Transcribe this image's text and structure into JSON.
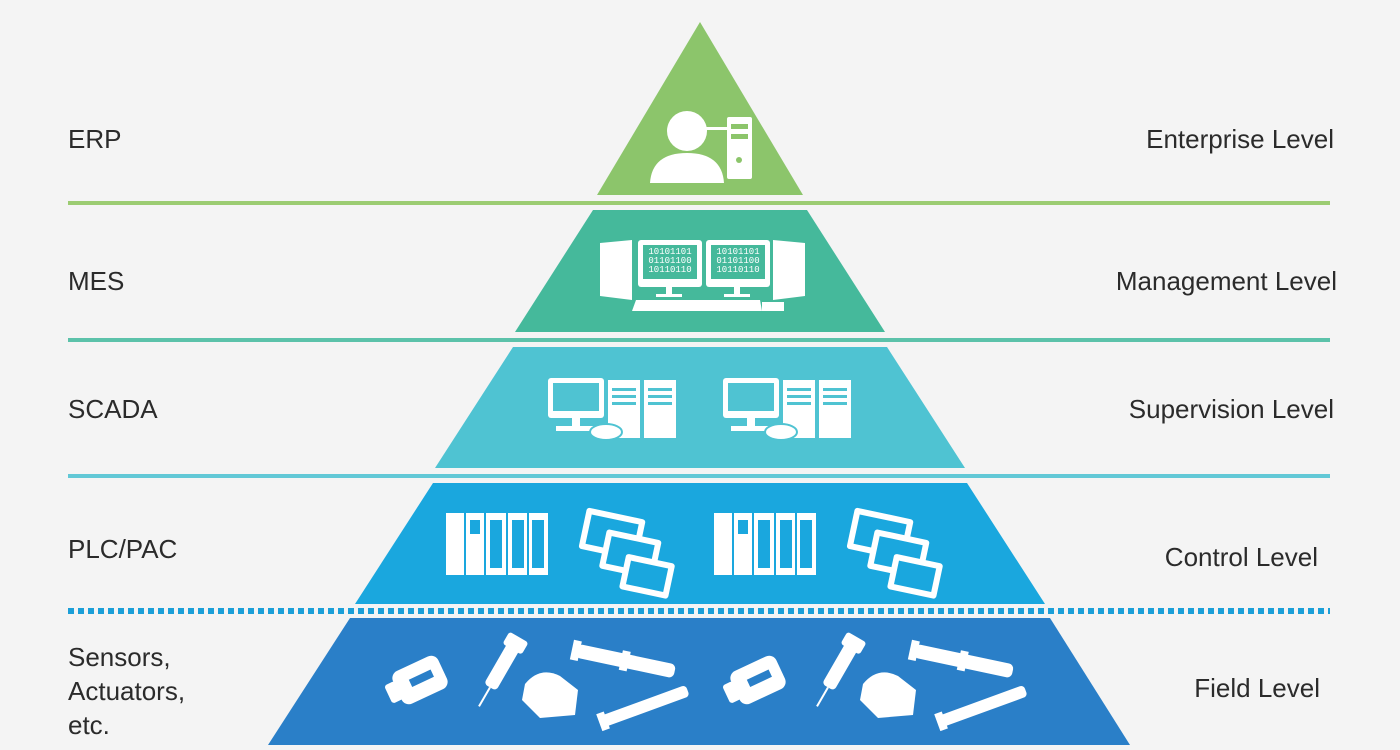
{
  "title": "Automation Pyramid",
  "tiers": [
    {
      "system": "ERP",
      "level": "Enterprise Level",
      "color": "#8cc56b",
      "icon": "user-computer-icon"
    },
    {
      "system": "MES",
      "level": "Management Level",
      "color": "#45b99b",
      "icon": "multi-monitor-workstation-icon",
      "screen_text": [
        "10101101",
        "01101100",
        "10110110"
      ]
    },
    {
      "system": "SCADA",
      "level": "Supervision Level",
      "color": "#4fc3d2",
      "icon": "computer-server-icon"
    },
    {
      "system": "PLC/PAC",
      "level": "Control Level",
      "color": "#1aa7de",
      "icon": "plc-hmi-icon"
    },
    {
      "system": "Sensors, Actuators, etc.",
      "system_lines": [
        "Sensors,",
        "Actuators,",
        "etc."
      ],
      "level": "Field Level",
      "color": "#2a7fc8",
      "icon": "motor-actuator-icon"
    }
  ],
  "separator_colors": [
    "#9ccc72",
    "#5cc2aa",
    "#62c8d6",
    "#1b9fd8"
  ]
}
